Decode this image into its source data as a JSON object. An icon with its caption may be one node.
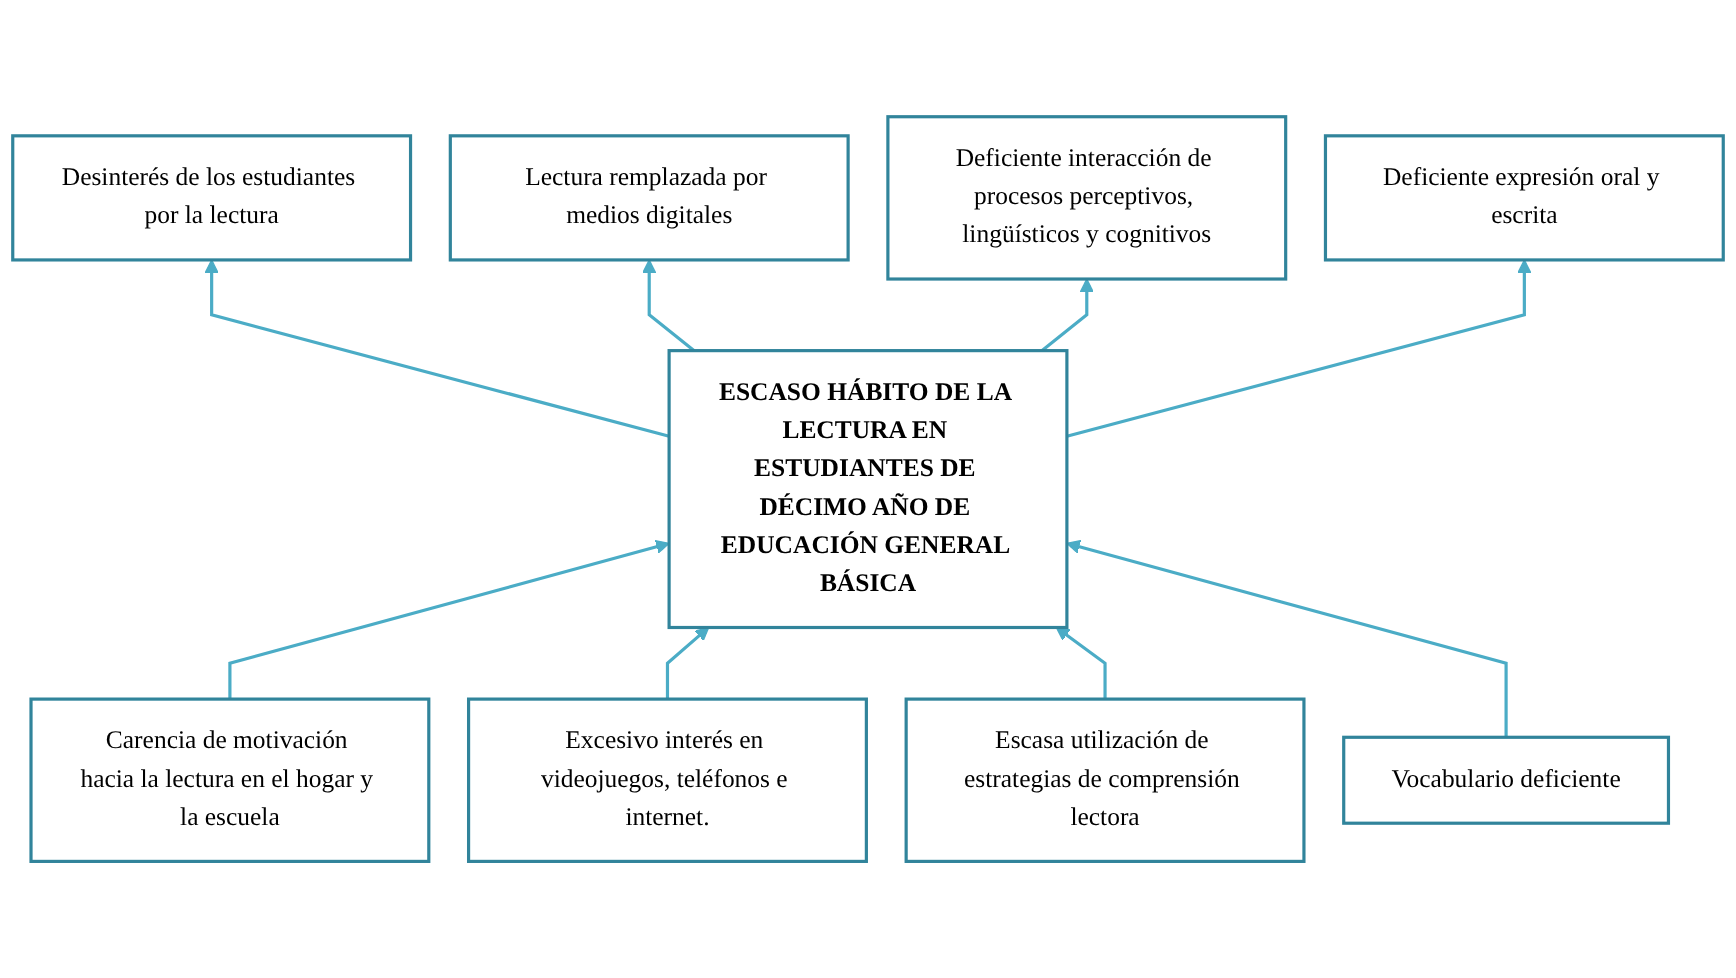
{
  "diagram": {
    "nodes": [
      {
        "text": [
          "Desinterés de los estudiantes por la lectura"
        ]
      },
      {
        "text": [
          "Lectura remplazada por medios digitales"
        ]
      },
      {
        "text": [
          "Deficiente interacción de procesos perceptivos, lingüísticos y cognitivos"
        ]
      },
      {
        "text": [
          "Deficiente expresión oral y escrita"
        ]
      },
      {
        "text": [
          "ESCASO HÁBITO DE LA LECTURA EN ESTUDIANTES DE DÉCIMO AÑO DE EDUCACIÓN GENERAL BÁSICA"
        ]
      },
      {
        "text": [
          "Carencia de motivación hacia la lectura en el hogar y la escuela"
        ]
      },
      {
        "text": [
          "Excesivo interés en videojuegos, teléfonos e internet."
        ]
      },
      {
        "text": [
          "Escasa utilización de estrategias de comprensión lectora"
        ]
      },
      {
        "text": [
          "Vocabulario deficiente"
        ]
      }
    ],
    "edges": [
      {
        "from": 4,
        "to": 0,
        "arrow": "to"
      },
      {
        "from": 4,
        "to": 1,
        "arrow": "to"
      },
      {
        "from": 4,
        "to": 2,
        "arrow": "to"
      },
      {
        "from": 4,
        "to": 3,
        "arrow": "to"
      },
      {
        "from": 5,
        "to": 4,
        "arrow": "to"
      },
      {
        "from": 6,
        "to": 4,
        "arrow": "to"
      },
      {
        "from": 7,
        "to": 4,
        "arrow": "to"
      },
      {
        "from": 8,
        "to": 4,
        "arrow": "to"
      }
    ]
  }
}
